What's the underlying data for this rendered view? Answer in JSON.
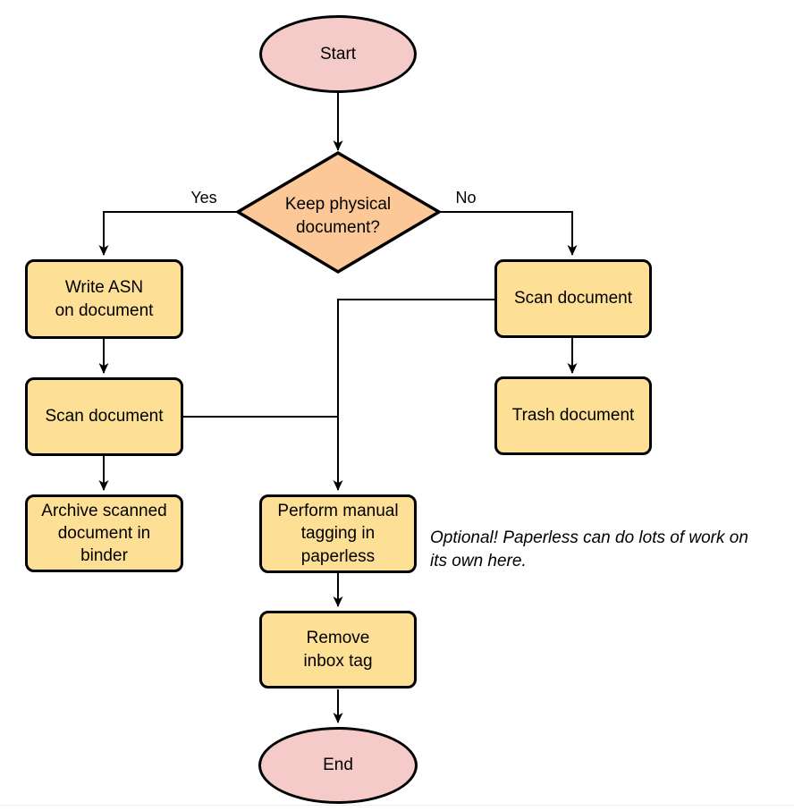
{
  "colors": {
    "terminal_fill": "#F5CBCA",
    "decision_fill": "#FCC897",
    "process_fill": "#FDDF95",
    "stroke": "#000000"
  },
  "nodes": {
    "start": {
      "label": "Start"
    },
    "decision": {
      "label": "Keep physical\ndocument?"
    },
    "write_asn": {
      "label": "Write ASN\non document"
    },
    "scan_document_left": {
      "label": "Scan document"
    },
    "archive": {
      "label": "Archive scanned\ndocument in\nbinder"
    },
    "scan_document_right": {
      "label": "Scan document"
    },
    "trash": {
      "label": "Trash document"
    },
    "manual_tagging": {
      "label": "Perform manual\ntagging in\npaperless"
    },
    "remove_inbox_tag": {
      "label": "Remove\ninbox tag"
    },
    "end": {
      "label": "End"
    }
  },
  "edge_labels": {
    "yes": "Yes",
    "no": "No"
  },
  "annotation": {
    "text": "Optional! Paperless can do lots of work on\nits own here."
  }
}
